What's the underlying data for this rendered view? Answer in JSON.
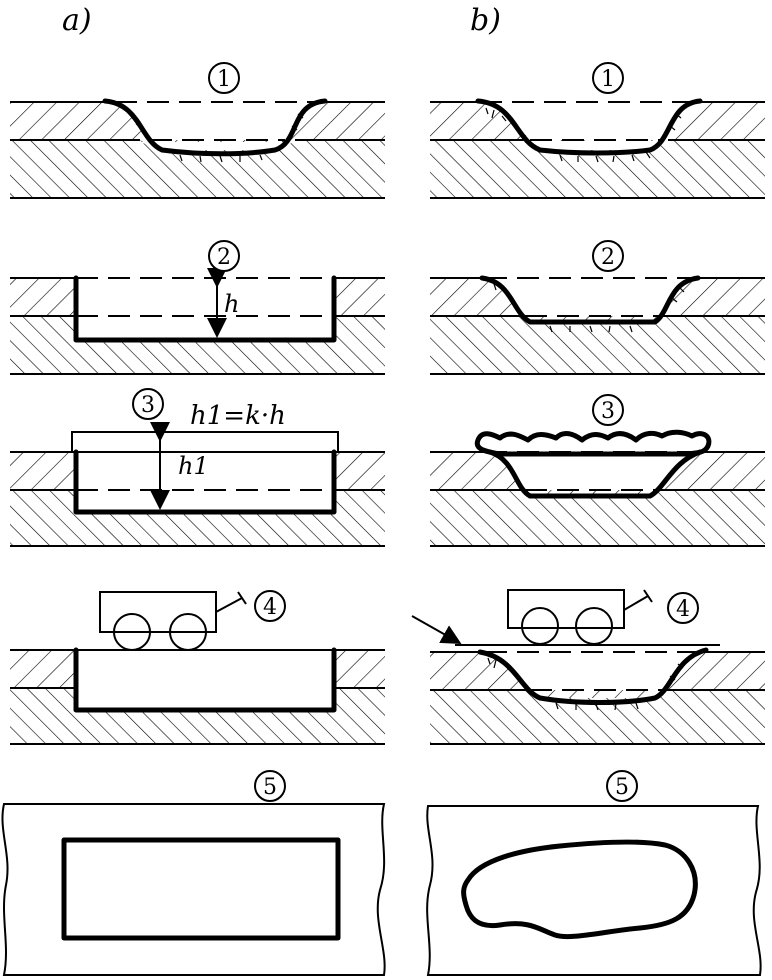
{
  "columns": [
    {
      "label": "a)"
    },
    {
      "label": "b)"
    }
  ],
  "steps": [
    {
      "number": "1"
    },
    {
      "number": "2"
    },
    {
      "number": "3"
    },
    {
      "number": "4"
    },
    {
      "number": "5"
    }
  ],
  "annotations": {
    "depth": "h",
    "formula": "h1=k·h",
    "deep_depth": "h1"
  }
}
